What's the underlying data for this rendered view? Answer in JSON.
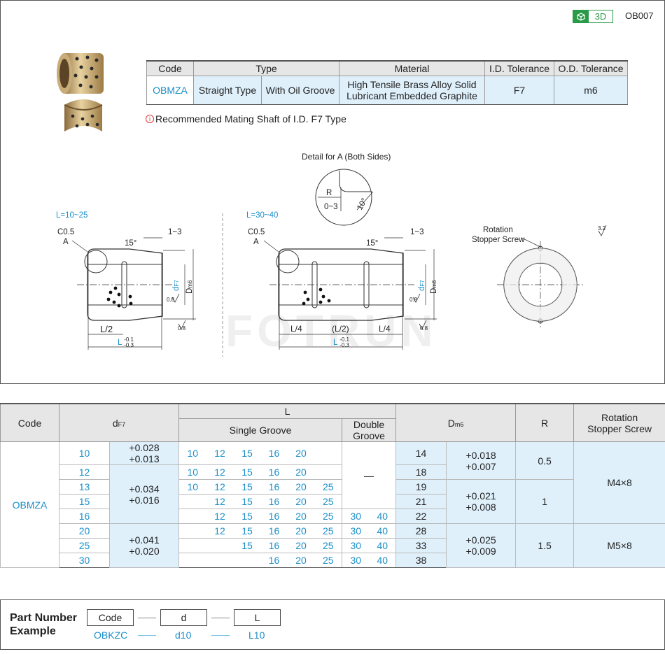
{
  "header": {
    "badge_3d": "3D",
    "product_code": "OB007"
  },
  "spec_table": {
    "headers": {
      "code": "Code",
      "type": "Type",
      "material": "Material",
      "id_tol": "I.D. Tolerance",
      "od_tol": "O.D. Tolerance"
    },
    "row": {
      "code": "OBMZA",
      "type1": "Straight Type",
      "type2": "With Oil Groove",
      "material_l1": "High Tensile Brass Alloy Solid",
      "material_l2": "Lubricant Embedded Graphite",
      "id_tol": "F7",
      "od_tol": "m6"
    }
  },
  "note": "Recommended Mating Shaft of I.D. F7 Type",
  "drawing": {
    "detail_title": "Detail for A (Both Sides)",
    "detail_r": "R",
    "detail_r_val": "0~3",
    "detail_angle": "10°",
    "left_range": "L=10~25",
    "right_range": "L=30~40",
    "chamfer": "C0.5",
    "a_label": "A",
    "angle15": "15°",
    "dim13": "1~3",
    "d_sym": "d",
    "d_sub": "F7",
    "D_sym": "D",
    "D_sub": "m6",
    "rough": "0.8",
    "half_L": "L/2",
    "quarter_L": "L/4",
    "paren_half_L": "(L/2)",
    "L_label": "L",
    "L_tol_up": "-0.1",
    "L_tol_dn": "-0.3",
    "rotation_l1": "Rotation",
    "rotation_l2": "Stopper Screw",
    "rough32": "3.2",
    "watermark": "FOTRUN"
  },
  "data_table": {
    "headers": {
      "code": "Code",
      "d": "d",
      "d_sub": "F7",
      "L": "L",
      "single": "Single Groove",
      "double_l1": "Double",
      "double_l2": "Groove",
      "D": "D",
      "D_sub": "m6",
      "R": "R",
      "rot_l1": "Rotation",
      "rot_l2": "Stopper Screw"
    },
    "code": "OBMZA",
    "d_values": [
      "10",
      "12",
      "13",
      "15",
      "16",
      "20",
      "25",
      "30"
    ],
    "d_tols": [
      [
        "+0.028",
        "+0.013"
      ],
      [
        "+0.034",
        "+0.016"
      ],
      [
        "+0.041",
        "+0.020"
      ]
    ],
    "single_rows": [
      [
        "10",
        "12",
        "15",
        "16",
        "20",
        ""
      ],
      [
        "10",
        "12",
        "15",
        "16",
        "20",
        ""
      ],
      [
        "10",
        "12",
        "15",
        "16",
        "20",
        "25"
      ],
      [
        "",
        "12",
        "15",
        "16",
        "20",
        "25"
      ],
      [
        "",
        "12",
        "15",
        "16",
        "20",
        "25"
      ],
      [
        "",
        "12",
        "15",
        "16",
        "20",
        "25"
      ],
      [
        "",
        "",
        "15",
        "16",
        "20",
        "25"
      ],
      [
        "",
        "",
        "",
        "16",
        "20",
        "25"
      ]
    ],
    "double_dash": "—",
    "double_rows": [
      [
        "30",
        "40"
      ],
      [
        "30",
        "40"
      ],
      [
        "30",
        "40"
      ],
      [
        "30",
        "40"
      ]
    ],
    "D_values": [
      "14",
      "18",
      "19",
      "21",
      "22",
      "28",
      "33",
      "38"
    ],
    "D_tols": [
      [
        "+0.018",
        "+0.007"
      ],
      [
        "+0.021",
        "+0.008"
      ],
      [
        "+0.025",
        "+0.009"
      ]
    ],
    "R_values": [
      "0.5",
      "1",
      "1.5"
    ],
    "screws": [
      "M4×8",
      "M5×8"
    ]
  },
  "part_number": {
    "title_l1": "Part Number",
    "title_l2": "Example",
    "box1": "Code",
    "box2": "d",
    "box3": "L",
    "ex1": "OBKZC",
    "ex2": "d10",
    "ex3": "L10"
  },
  "colors": {
    "accent_blue": "#1a8fc9",
    "cell_blue": "#dff0fb",
    "header_grey": "#e6e6e6",
    "badge_green": "#2a9a48"
  }
}
